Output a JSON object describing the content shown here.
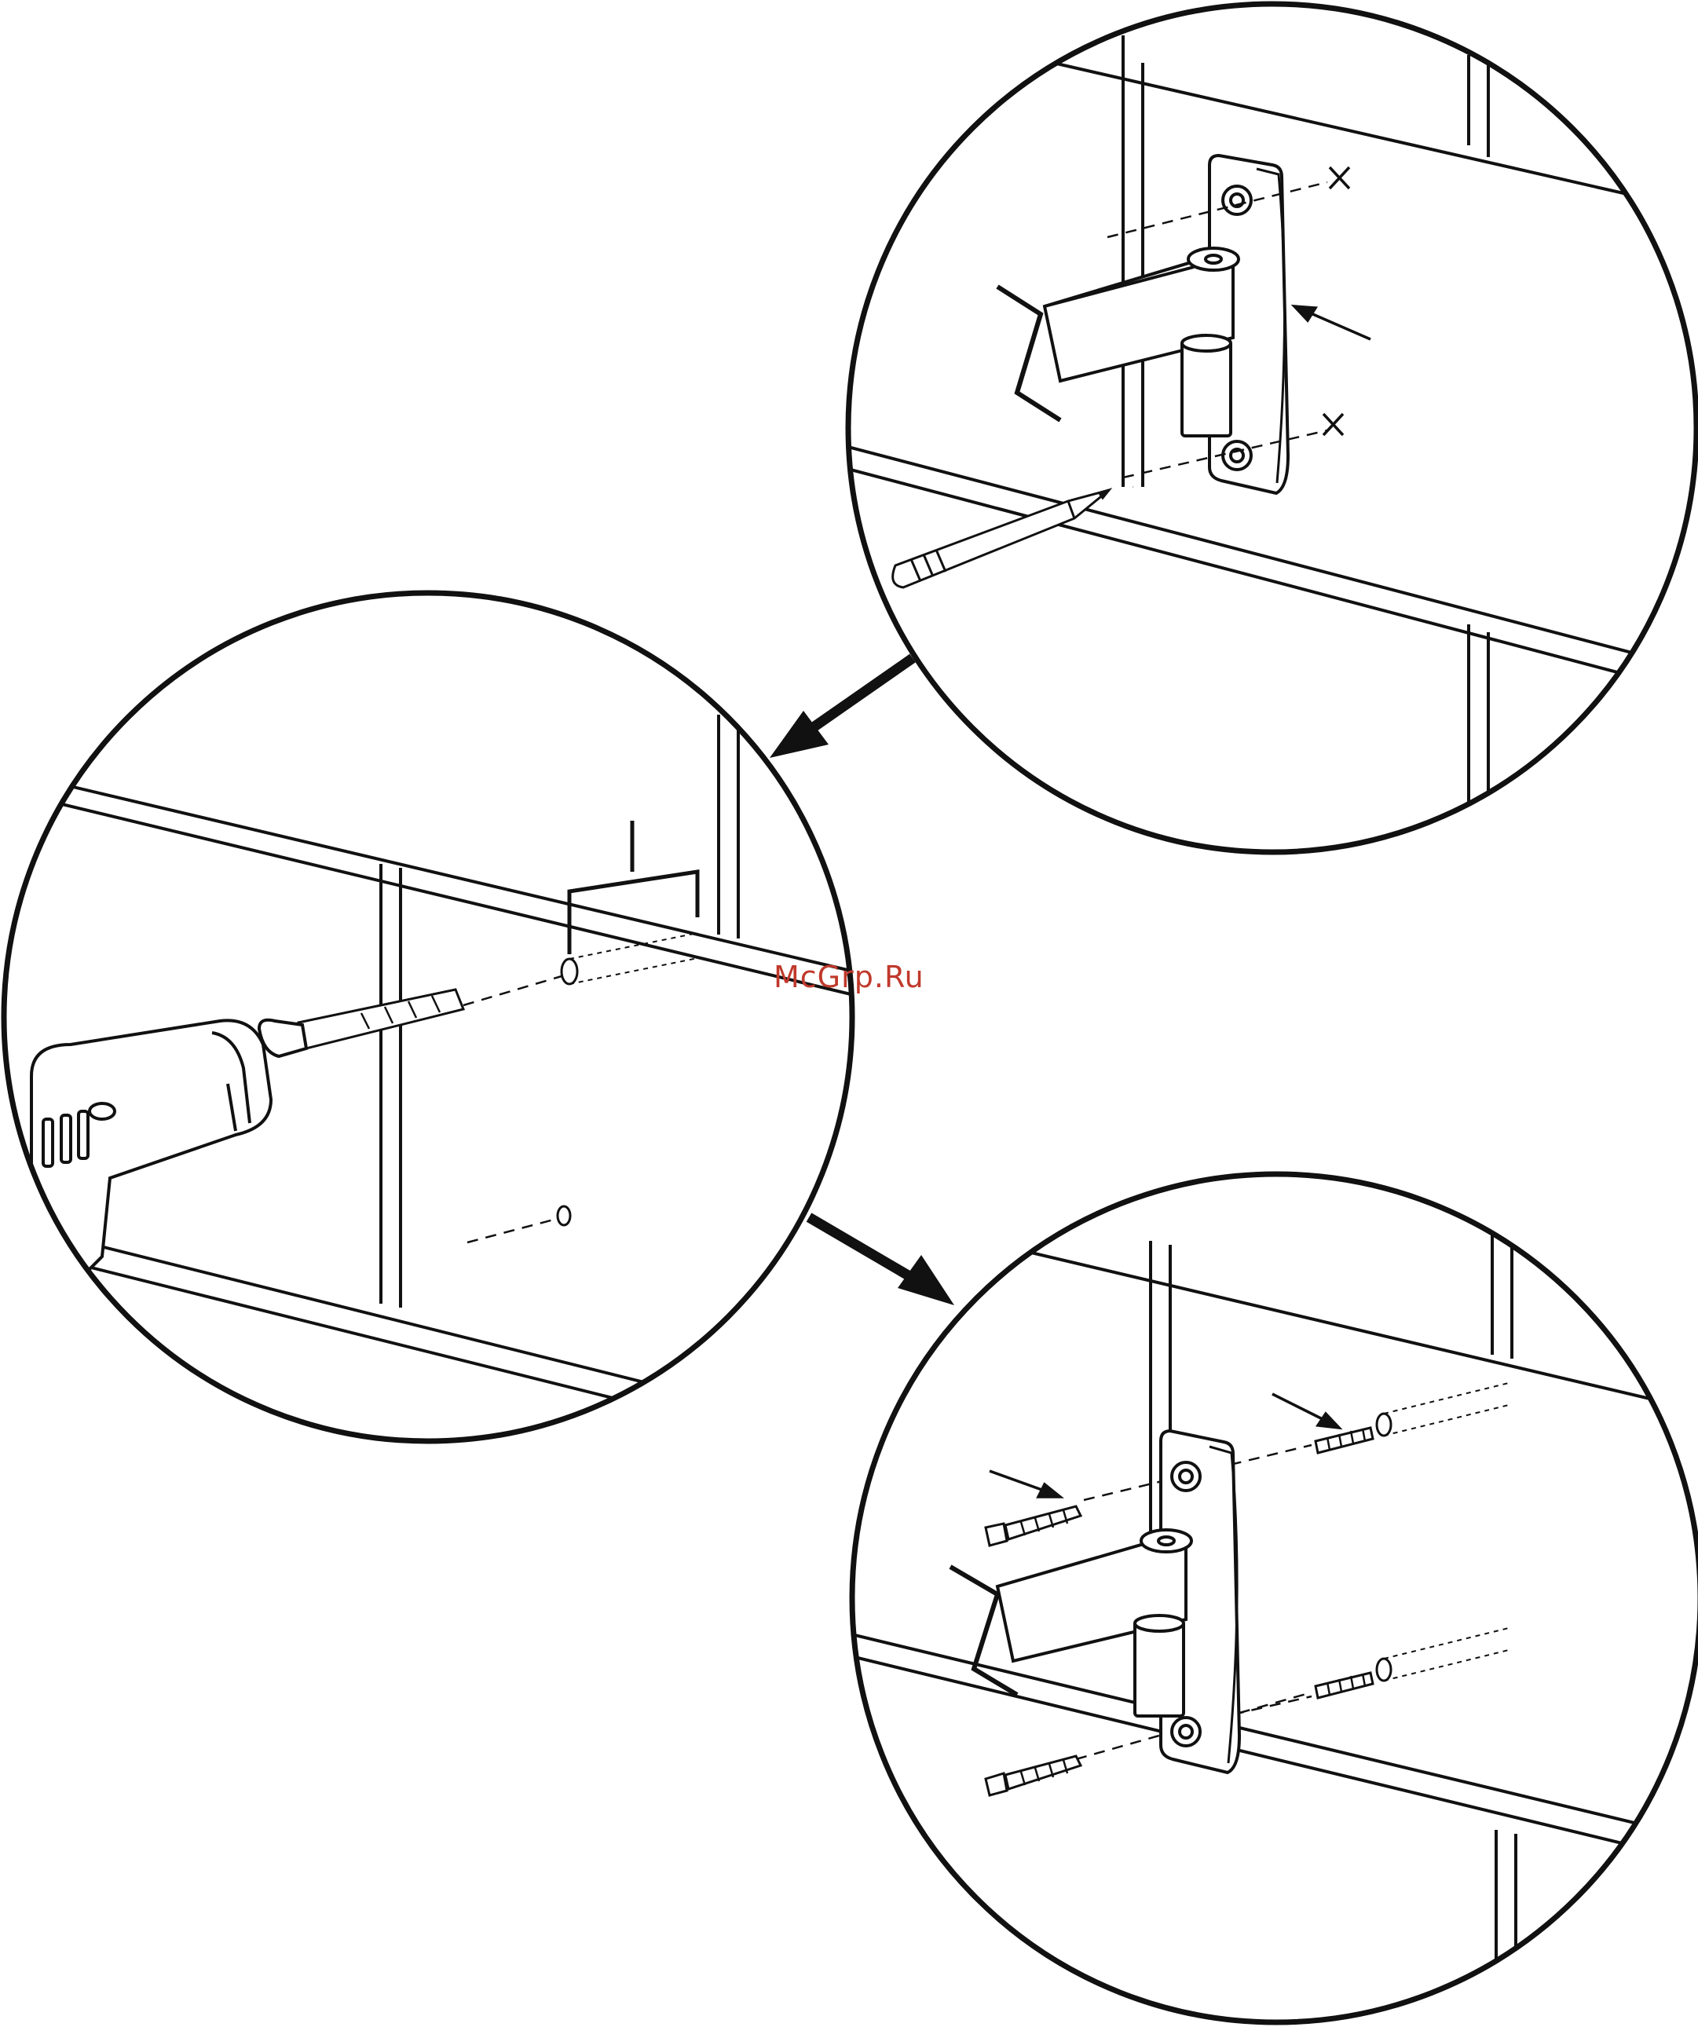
{
  "watermark": {
    "text": "McGrp.Ru",
    "color": "#c0392b"
  },
  "steps": [
    {
      "name": "mark-holes",
      "marks": [
        "X",
        "X"
      ]
    },
    {
      "name": "drill-holes"
    },
    {
      "name": "insert-anchors-and-screws"
    }
  ],
  "colors": {
    "line": "#111111",
    "background": "#ffffff"
  }
}
